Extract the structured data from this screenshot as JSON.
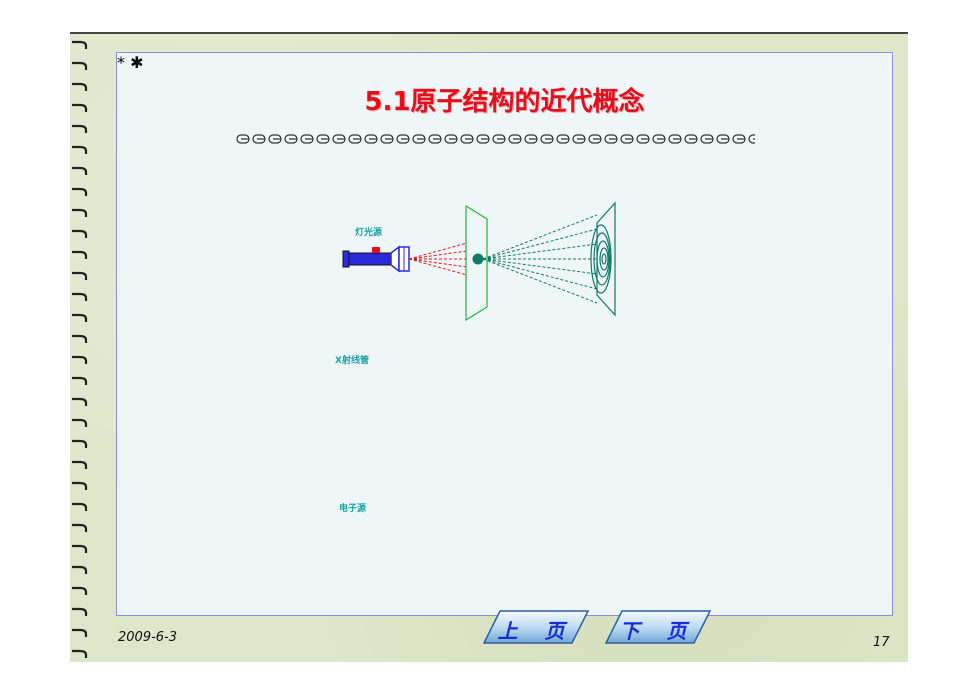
{
  "slide": {
    "title": "5.1原子结构的近代概念",
    "date": "2009-6-3",
    "page_number": "17"
  },
  "navigation": {
    "prev_label": "上 页",
    "next_label": "下 页"
  },
  "diagram": {
    "source_labels": {
      "light": "灯光源",
      "xray": "X射线管",
      "electron": "电子源"
    }
  },
  "colors": {
    "title": "#e0101e",
    "panel_border": "#8a8fd6",
    "slit": "#22bb33",
    "pattern": "#117a66",
    "beam": "#e01a1a",
    "label": "#1aa3a3",
    "nav_text": "#1b2bd6"
  }
}
